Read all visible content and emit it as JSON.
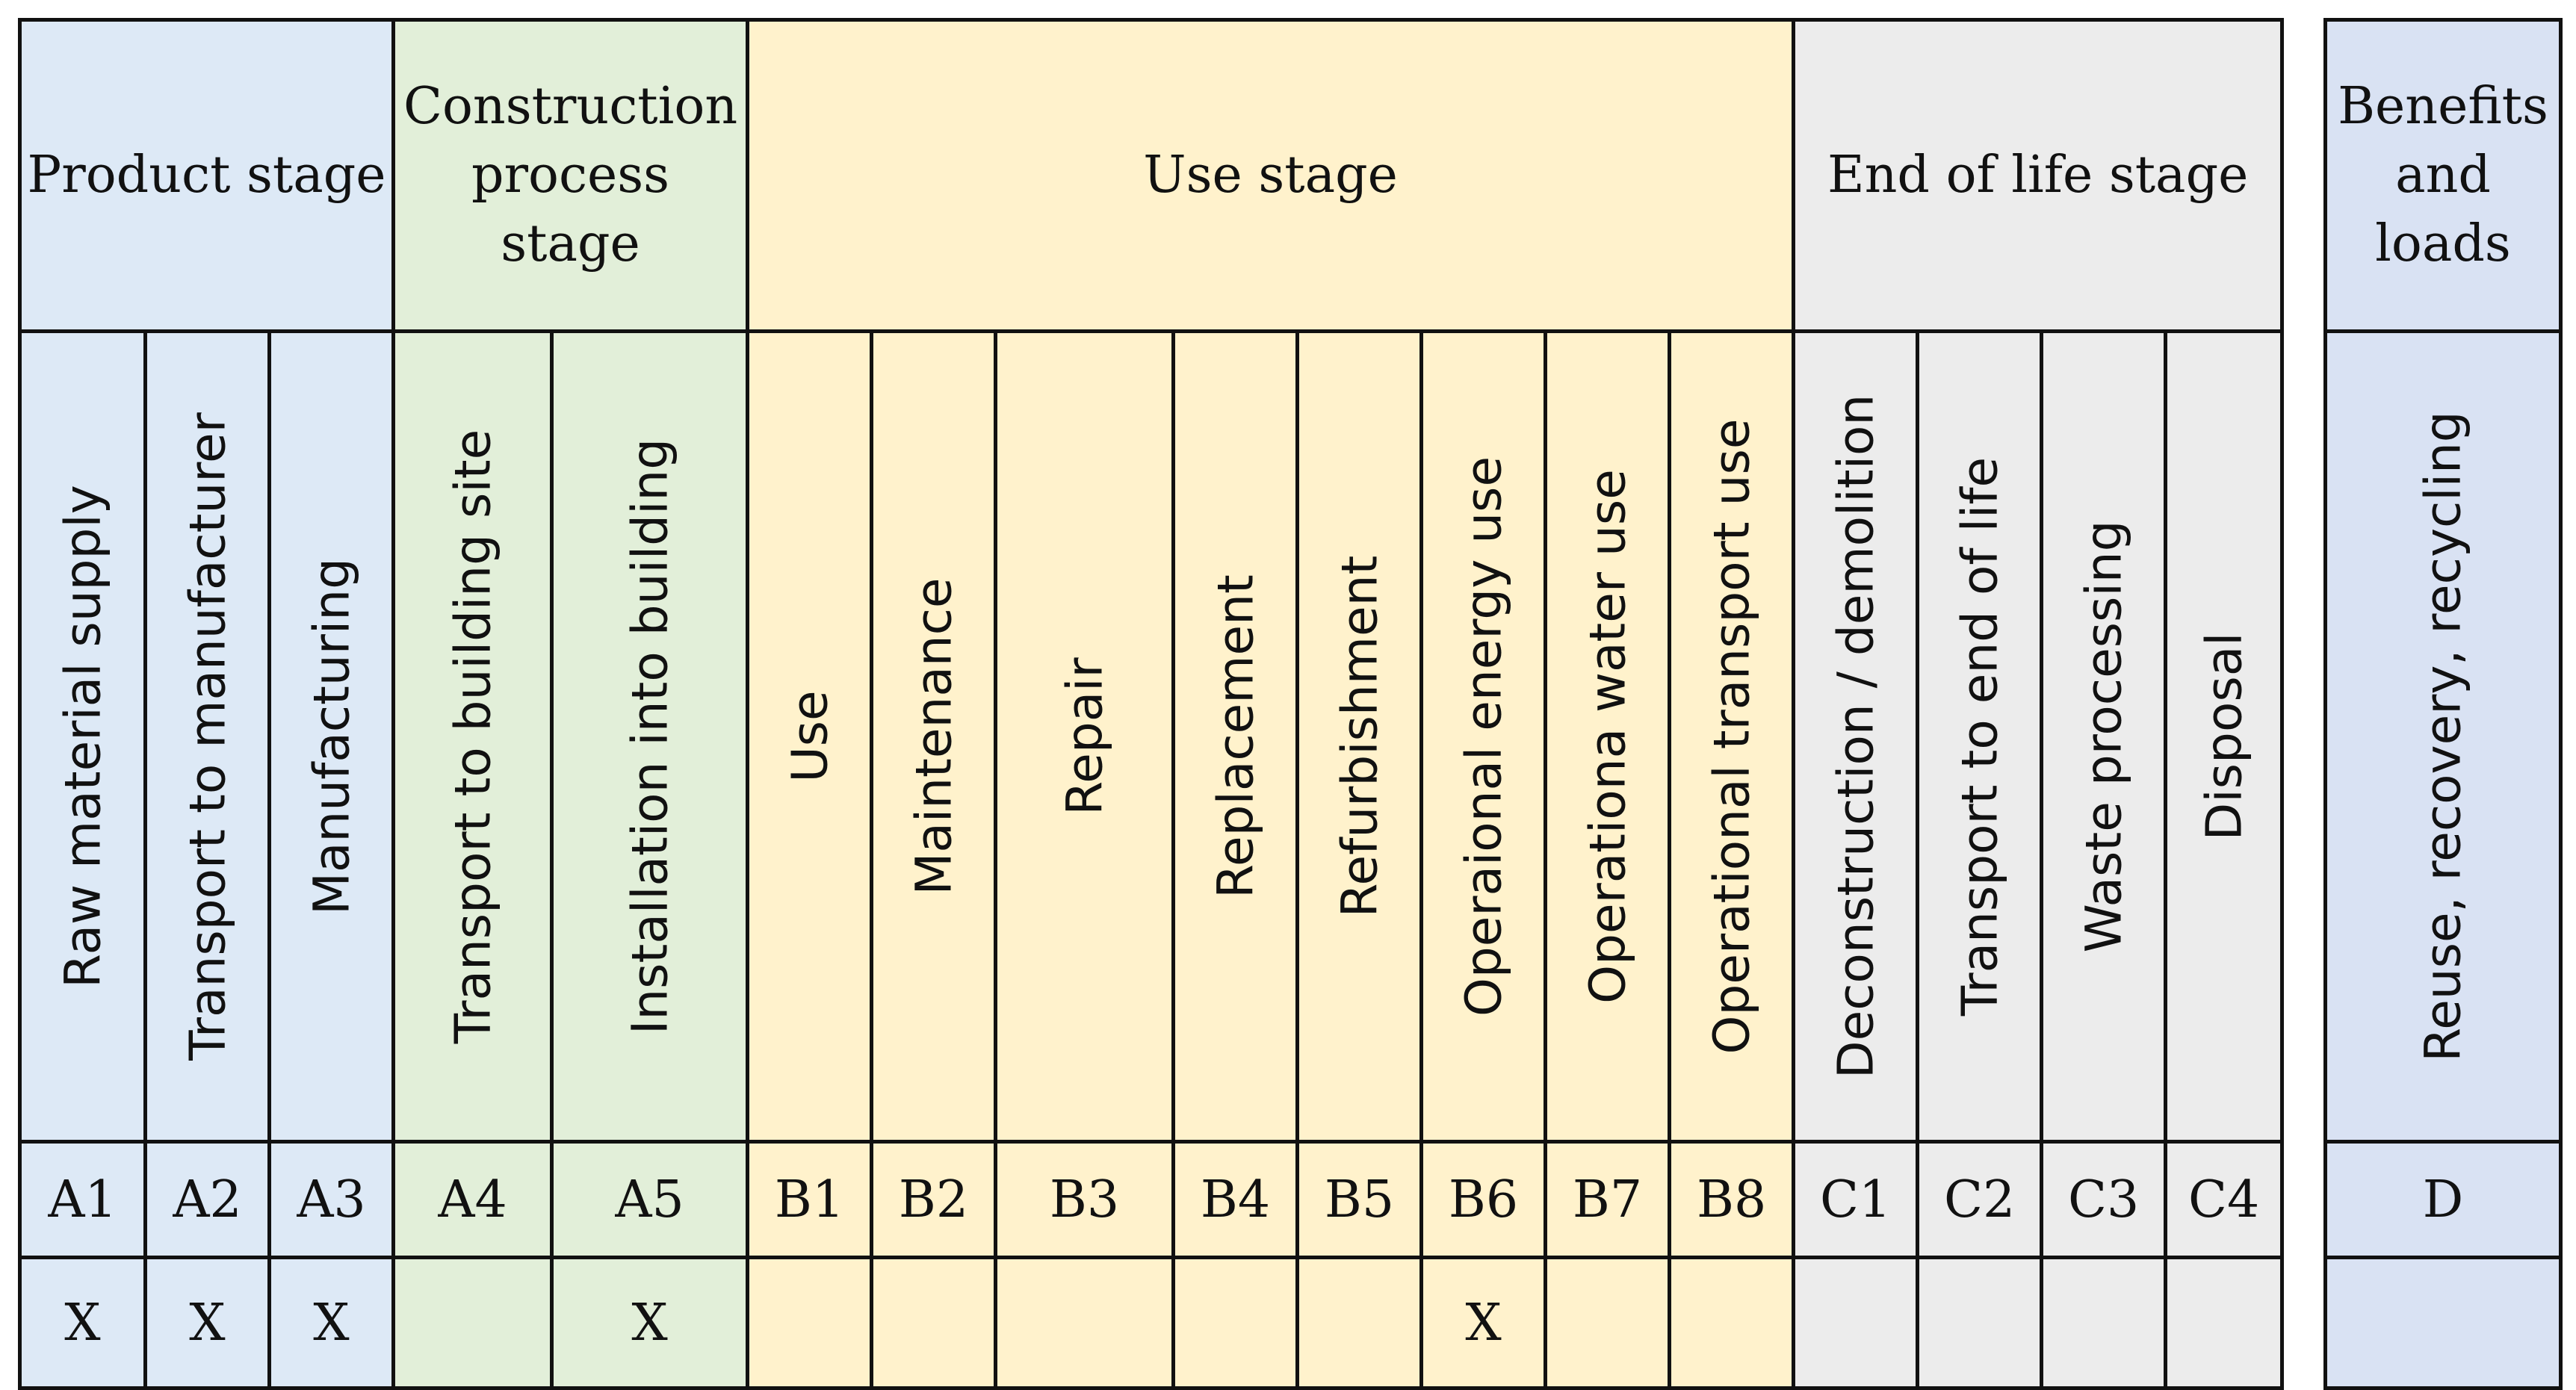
{
  "colors": {
    "product_stage": "#dde9f6",
    "construction_stage": "#e2efd9",
    "use_stage": "#fff2cc",
    "end_of_life_stage": "#ececec",
    "benefits": "#d9e2f3",
    "border": "#111111"
  },
  "stages": [
    {
      "label": "Product stage"
    },
    {
      "label": "Construction process stage"
    },
    {
      "label": "Use stage"
    },
    {
      "label": "End of life stage"
    }
  ],
  "modules": [
    {
      "name": "Raw material supply",
      "code": "A1",
      "mark": "X"
    },
    {
      "name": "Transport to manufacturer",
      "code": "A2",
      "mark": "X"
    },
    {
      "name": "Manufacturing",
      "code": "A3",
      "mark": "X"
    },
    {
      "name": "Transport to building site",
      "code": "A4",
      "mark": ""
    },
    {
      "name": "Installation into building",
      "code": "A5",
      "mark": "X"
    },
    {
      "name": "Use",
      "code": "B1",
      "mark": ""
    },
    {
      "name": "Maintenance",
      "code": "B2",
      "mark": ""
    },
    {
      "name": "Repair",
      "code": "B3",
      "mark": ""
    },
    {
      "name": "Replacement",
      "code": "B4",
      "mark": ""
    },
    {
      "name": "Refurbishment",
      "code": "B5",
      "mark": ""
    },
    {
      "name": "Operaional energy use",
      "code": "B6",
      "mark": "X"
    },
    {
      "name": "Operationa water use",
      "code": "B7",
      "mark": ""
    },
    {
      "name": "Operational transport use",
      "code": "B8",
      "mark": ""
    },
    {
      "name": "Deconstruction / demolition",
      "code": "C1",
      "mark": ""
    },
    {
      "name": "Transport to end of life",
      "code": "C2",
      "mark": ""
    },
    {
      "name": "Waste processing",
      "code": "C3",
      "mark": ""
    },
    {
      "name": "Disposal",
      "code": "C4",
      "mark": ""
    }
  ],
  "benefits": {
    "label": "Benefits and loads",
    "module": {
      "name": "Reuse, recovery, recycling",
      "code": "D",
      "mark": ""
    }
  }
}
